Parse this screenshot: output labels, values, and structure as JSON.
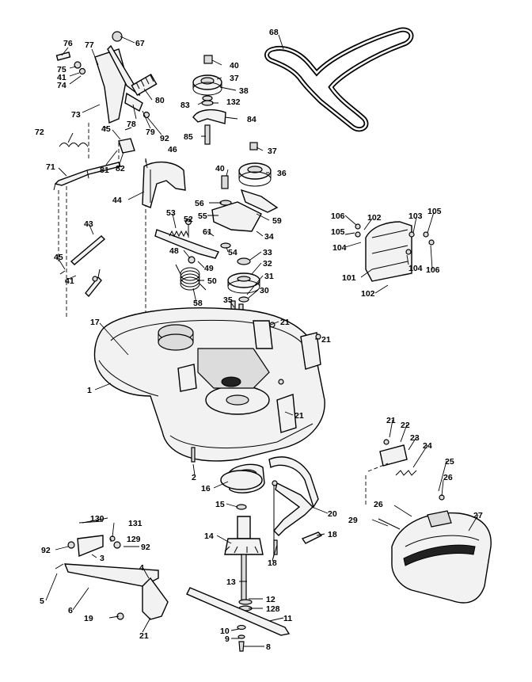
{
  "callouts": [
    {
      "id": "c76",
      "text": "76"
    },
    {
      "id": "c77",
      "text": "77"
    },
    {
      "id": "c67",
      "text": "67"
    },
    {
      "id": "c75",
      "text": "75"
    },
    {
      "id": "c41a",
      "text": "41"
    },
    {
      "id": "c74",
      "text": "74"
    },
    {
      "id": "c73",
      "text": "73"
    },
    {
      "id": "c80",
      "text": "80"
    },
    {
      "id": "c78",
      "text": "78"
    },
    {
      "id": "c79",
      "text": "79"
    },
    {
      "id": "c92a",
      "text": "92"
    },
    {
      "id": "c45a",
      "text": "45"
    },
    {
      "id": "c72",
      "text": "72"
    },
    {
      "id": "c81",
      "text": "81"
    },
    {
      "id": "c82",
      "text": "82"
    },
    {
      "id": "c46",
      "text": "46"
    },
    {
      "id": "c71",
      "text": "71"
    },
    {
      "id": "c44",
      "text": "44"
    },
    {
      "id": "c68",
      "text": "68"
    },
    {
      "id": "c40a",
      "text": "40"
    },
    {
      "id": "c37a",
      "text": "37"
    },
    {
      "id": "c38",
      "text": "38"
    },
    {
      "id": "c83",
      "text": "83"
    },
    {
      "id": "c132",
      "text": "132"
    },
    {
      "id": "c84",
      "text": "84"
    },
    {
      "id": "c85",
      "text": "85"
    },
    {
      "id": "c37b",
      "text": "37"
    },
    {
      "id": "c40b",
      "text": "40"
    },
    {
      "id": "c36",
      "text": "36"
    },
    {
      "id": "c56",
      "text": "56"
    },
    {
      "id": "c59",
      "text": "59"
    },
    {
      "id": "c55",
      "text": "55"
    },
    {
      "id": "c53",
      "text": "53"
    },
    {
      "id": "c52",
      "text": "52"
    },
    {
      "id": "c61",
      "text": "61"
    },
    {
      "id": "c34",
      "text": "34"
    },
    {
      "id": "c54",
      "text": "54"
    },
    {
      "id": "c33",
      "text": "33"
    },
    {
      "id": "c48",
      "text": "48"
    },
    {
      "id": "c49",
      "text": "49"
    },
    {
      "id": "c32",
      "text": "32"
    },
    {
      "id": "c50",
      "text": "50"
    },
    {
      "id": "c31",
      "text": "31"
    },
    {
      "id": "c58",
      "text": "58"
    },
    {
      "id": "c30",
      "text": "30"
    },
    {
      "id": "c35",
      "text": "35"
    },
    {
      "id": "c43",
      "text": "43"
    },
    {
      "id": "c45b",
      "text": "45"
    },
    {
      "id": "c41b",
      "text": "41"
    },
    {
      "id": "c17",
      "text": "17"
    },
    {
      "id": "c21a",
      "text": "21"
    },
    {
      "id": "c21b",
      "text": "21"
    },
    {
      "id": "c21c",
      "text": "21"
    },
    {
      "id": "c1",
      "text": "1"
    },
    {
      "id": "c106a",
      "text": "106"
    },
    {
      "id": "c102a",
      "text": "102"
    },
    {
      "id": "c103",
      "text": "103"
    },
    {
      "id": "c105a",
      "text": "105"
    },
    {
      "id": "c105b",
      "text": "105"
    },
    {
      "id": "c104a",
      "text": "104"
    },
    {
      "id": "c104b",
      "text": "104"
    },
    {
      "id": "c106b",
      "text": "106"
    },
    {
      "id": "c101",
      "text": "101"
    },
    {
      "id": "c102b",
      "text": "102"
    },
    {
      "id": "c2",
      "text": "2"
    },
    {
      "id": "c16",
      "text": "16"
    },
    {
      "id": "c15",
      "text": "15"
    },
    {
      "id": "c20",
      "text": "20"
    },
    {
      "id": "c14",
      "text": "14"
    },
    {
      "id": "c18a",
      "text": "18"
    },
    {
      "id": "c18b",
      "text": "18"
    },
    {
      "id": "c21d",
      "text": "21"
    },
    {
      "id": "c22",
      "text": "22"
    },
    {
      "id": "c23",
      "text": "23"
    },
    {
      "id": "c24",
      "text": "24"
    },
    {
      "id": "c25",
      "text": "25"
    },
    {
      "id": "c26a",
      "text": "26"
    },
    {
      "id": "c26b",
      "text": "26"
    },
    {
      "id": "c27",
      "text": "27"
    },
    {
      "id": "c29",
      "text": "29"
    },
    {
      "id": "c130",
      "text": "130"
    },
    {
      "id": "c131",
      "text": "131"
    },
    {
      "id": "c129",
      "text": "129"
    },
    {
      "id": "c92b",
      "text": "92"
    },
    {
      "id": "c92c",
      "text": "92"
    },
    {
      "id": "c3",
      "text": "3"
    },
    {
      "id": "c4",
      "text": "4"
    },
    {
      "id": "c5",
      "text": "5"
    },
    {
      "id": "c6",
      "text": "6"
    },
    {
      "id": "c13",
      "text": "13"
    },
    {
      "id": "c12",
      "text": "12"
    },
    {
      "id": "c128",
      "text": "128"
    },
    {
      "id": "c11",
      "text": "11"
    },
    {
      "id": "c19",
      "text": "19"
    },
    {
      "id": "c21e",
      "text": "21"
    },
    {
      "id": "c10",
      "text": "10"
    },
    {
      "id": "c9",
      "text": "9"
    },
    {
      "id": "c8",
      "text": "8"
    }
  ]
}
